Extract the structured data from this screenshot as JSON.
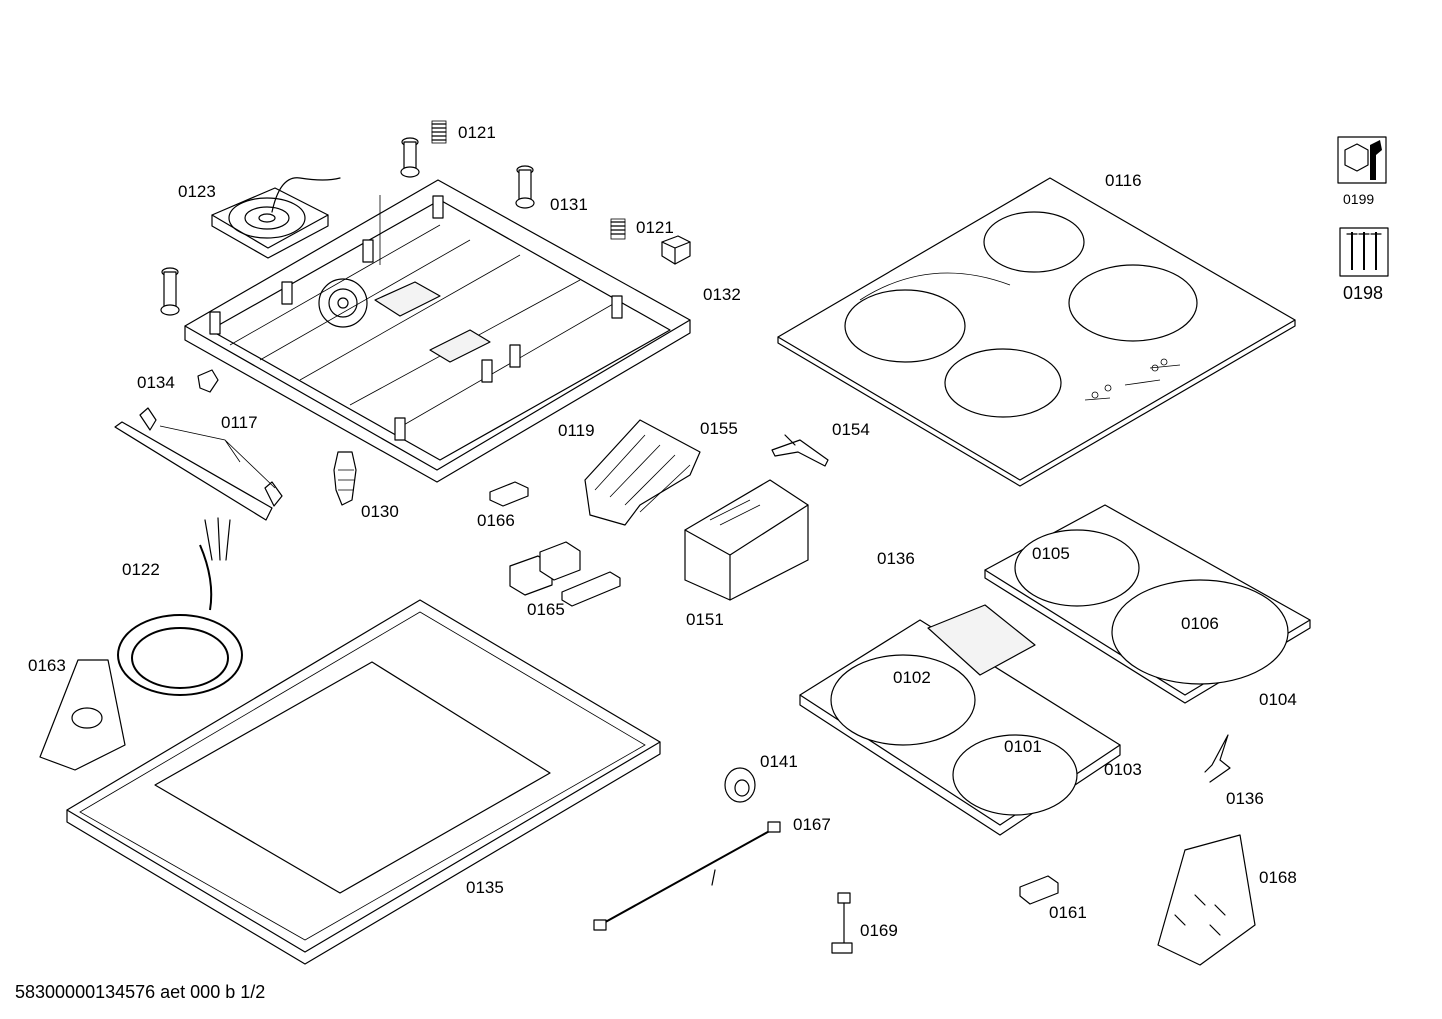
{
  "doc_id": "58300000134576 aet 000 b 1/2",
  "icons": {
    "service_icon_label": "0199",
    "screws_icon_label": "0198",
    "service_icon": "wrench-nut-icon",
    "screws_icon": "screws-icon"
  },
  "labels": {
    "p0121a": "0121",
    "p0123": "0123",
    "p0131": "0131",
    "p0121b": "0121",
    "p0132": "0132",
    "p0134": "0134",
    "p0117": "0117",
    "p0119": "0119",
    "p0155": "0155",
    "p0154": "0154",
    "p0116": "0116",
    "p0130": "0130",
    "p0166": "0166",
    "p0122": "0122",
    "p0165": "0165",
    "p0151": "0151",
    "p0136a": "0136",
    "p0105": "0105",
    "p0106": "0106",
    "p0163": "0163",
    "p0102": "0102",
    "p0104": "0104",
    "p0101": "0101",
    "p0103": "0103",
    "p0141": "0141",
    "p0136b": "0136",
    "p0167": "0167",
    "p0135": "0135",
    "p0168": "0168",
    "p0161": "0161",
    "p0169": "0169"
  }
}
